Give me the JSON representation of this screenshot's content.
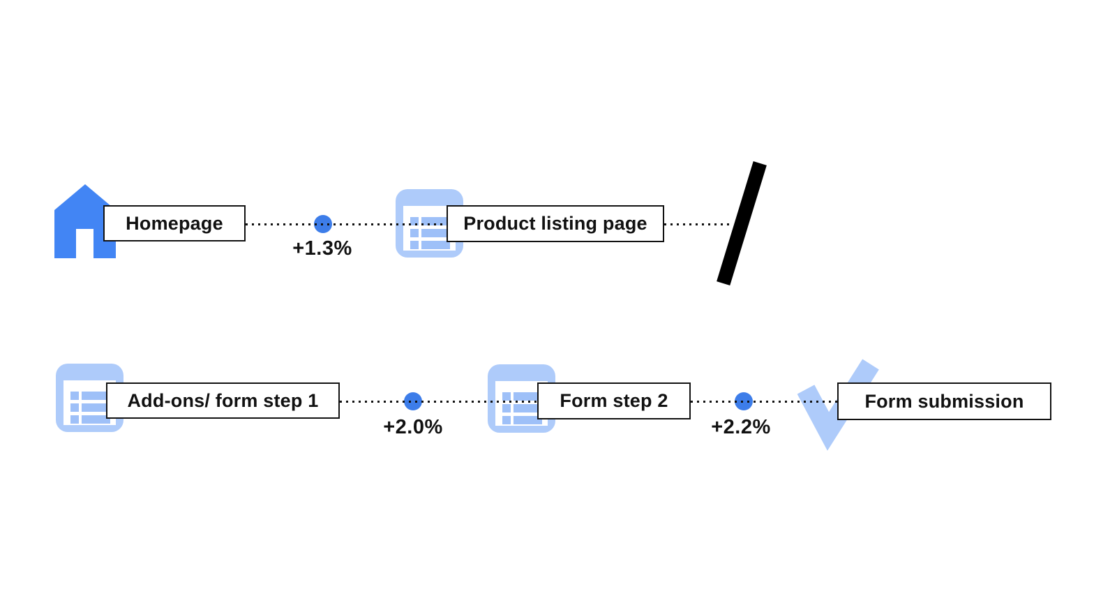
{
  "diagram": {
    "title_hint": "conversion-funnel-flow",
    "rows": [
      {
        "steps": [
          {
            "icon": "home-icon",
            "label": "Homepage"
          },
          {
            "icon": "list-icon",
            "label": "Product listing page"
          }
        ],
        "connectors": [
          {
            "delta": "+1.3%"
          }
        ],
        "end_marker": "slash-break"
      },
      {
        "steps": [
          {
            "icon": "list-icon",
            "label": "Add-ons/ form step 1"
          },
          {
            "icon": "list-icon",
            "label": "Form step 2"
          },
          {
            "icon": "check-icon",
            "label": "Form submission"
          }
        ],
        "connectors": [
          {
            "delta": "+2.0%"
          },
          {
            "delta": "+2.2%"
          }
        ]
      }
    ]
  },
  "colors": {
    "primary_blue": "#4285F4",
    "dot_blue": "#3D7DE9",
    "light_blue": "#AECBFA",
    "row_blue": "#9EC0F8",
    "ink": "#111111",
    "bg": "#ffffff"
  }
}
